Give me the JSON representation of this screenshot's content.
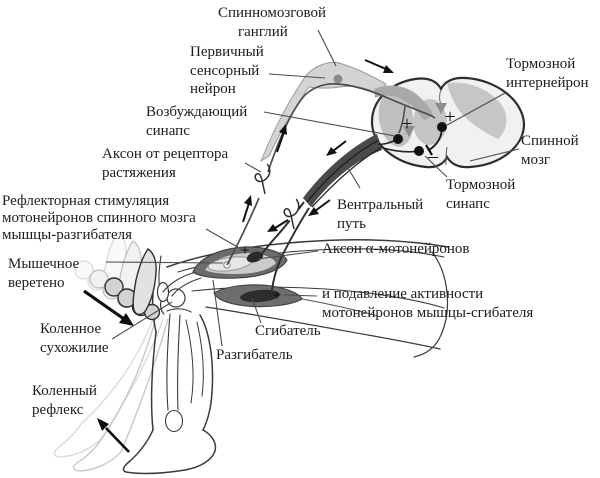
{
  "labels": {
    "spinal_ganglion": {
      "lines": [
        "Спинномозговой",
        "ганглий"
      ]
    },
    "primary_sensory_neuron": {
      "lines": [
        "Первичный",
        "сенсорный",
        "нейрон"
      ]
    },
    "inhibitory_interneuron": {
      "lines": [
        "Тормозной",
        "интернейрон"
      ]
    },
    "excitatory_synapse": {
      "lines": [
        "Возбуждающий",
        "синапс"
      ]
    },
    "spinal_cord": {
      "lines": [
        "Спинной",
        "мозг"
      ]
    },
    "stretch_receptor_axon": {
      "lines": [
        "Аксон от рецептора",
        "растяжения"
      ]
    },
    "inhibitory_synapse": {
      "lines": [
        "Тормозной",
        "синапс"
      ]
    },
    "reflex_stimulation": {
      "lines": [
        "Рефлекторная стимуляция",
        "мотонейронов спинного мозга",
        "мышцы-разгибателя"
      ]
    },
    "ventral_path": {
      "lines": [
        "Вентральный",
        "путь"
      ]
    },
    "alpha_motoneuron_axon": {
      "lines": [
        "Аксон α-мотонейронов"
      ]
    },
    "muscle_spindle": {
      "lines": [
        "Мышечное",
        "веретено"
      ]
    },
    "flexor_suppression": {
      "lines": [
        "и подавление активности",
        "мотонейронов мышцы-сгибателя"
      ]
    },
    "knee_tendon": {
      "lines": [
        "Коленное",
        "сухожилие"
      ]
    },
    "flexor": {
      "lines": [
        "Сгибатель"
      ]
    },
    "extensor": {
      "lines": [
        "Разгибатель"
      ]
    },
    "knee_reflex": {
      "lines": [
        "Коленный",
        "рефлекс"
      ]
    }
  },
  "markers": {
    "plus": "+",
    "minus": "–"
  },
  "colors": {
    "ink": "#1c1c1c",
    "leader_line": "#4d4d4d",
    "nerve_band": "#d4d4d4",
    "cord_white_matter": "#f1f1f1",
    "cord_gray_matter": "#c4c4c4",
    "motor_bundle": "#4a4a4a",
    "muscle_dark": "#6b6b6b",
    "ghost_gray": "#cccccc",
    "background": "#ffffff"
  }
}
